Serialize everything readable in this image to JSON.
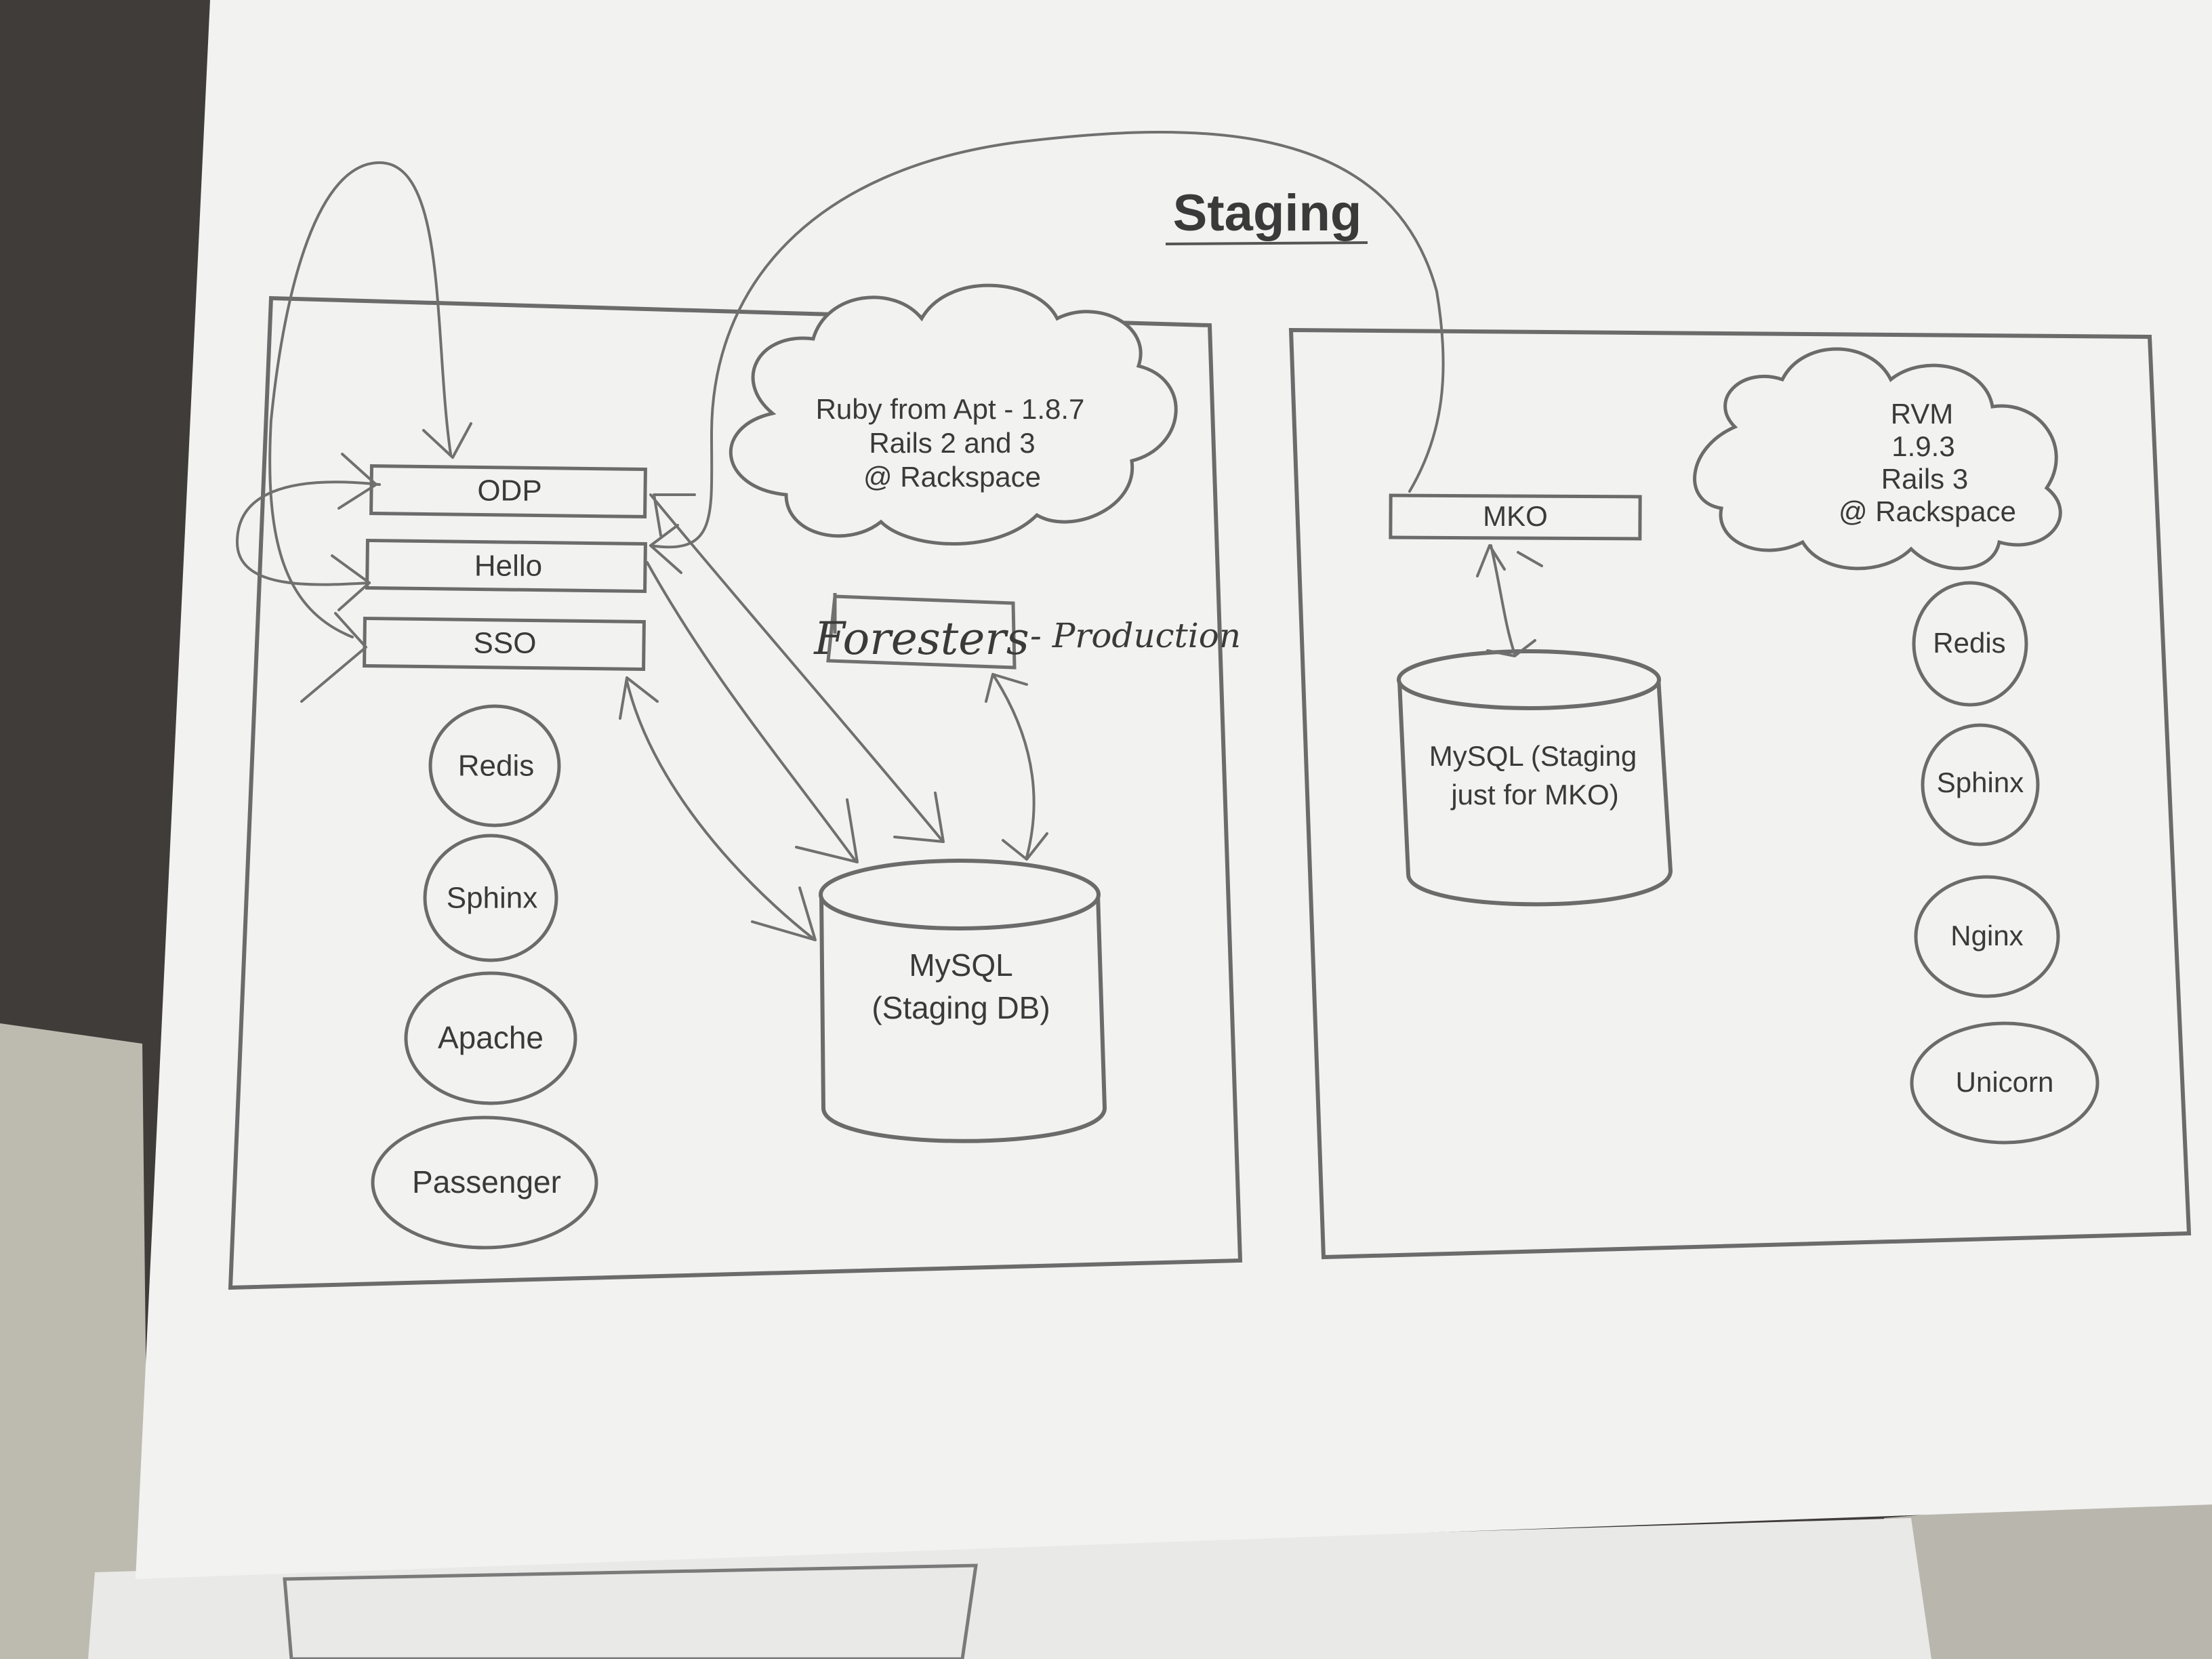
{
  "title": "Staging",
  "left_server": {
    "cloud": [
      "Ruby from Apt - 1.8.7",
      "Rails 2 and 3",
      "@ Rackspace"
    ],
    "apps": [
      "ODP",
      "Hello",
      "SSO"
    ],
    "services": [
      "Redis",
      "Sphinx",
      "Apache",
      "Passenger"
    ],
    "database": [
      "MySQL",
      "(Staging DB)"
    ],
    "handwritten_box": "Foresters",
    "handwritten_note": "- Production"
  },
  "right_server": {
    "cloud": [
      "RVM",
      "1.9.3",
      "Rails 3",
      "@ Rackspace"
    ],
    "app": "MKO",
    "services": [
      "Redis",
      "Sphinx",
      "Nginx",
      "Unicorn"
    ],
    "database": [
      "MySQL (Staging",
      "just for MKO)"
    ]
  },
  "colors": {
    "paper": "#f2f2f1",
    "line": "#6b6b6b",
    "pencil": "#6f6f6f",
    "table_dark": "#3f3c3a",
    "carpet": "#bdbab0"
  }
}
